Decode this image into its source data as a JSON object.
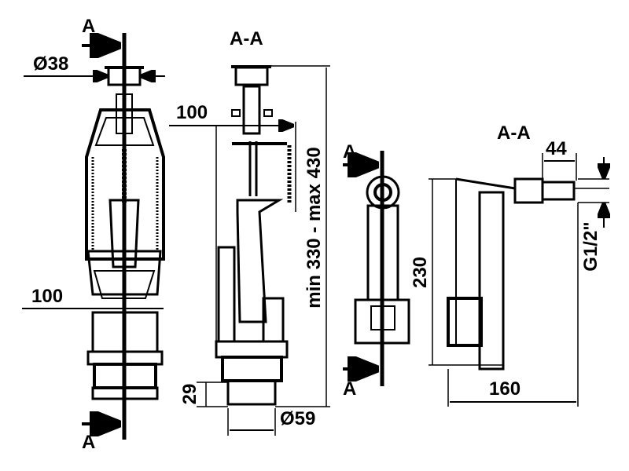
{
  "labels": {
    "section_mark": "A",
    "section_title": "A-A",
    "dia_top": "Ø38",
    "width_left": "100",
    "width_mid": "100",
    "height_range": "min 330 - max 430",
    "base_height": "29",
    "dia_base": "Ø59",
    "height_side": "230",
    "width_side": "160",
    "inlet_length": "44",
    "thread": "G1/2\""
  },
  "colors": {
    "line": "#000000",
    "background": "#ffffff"
  }
}
